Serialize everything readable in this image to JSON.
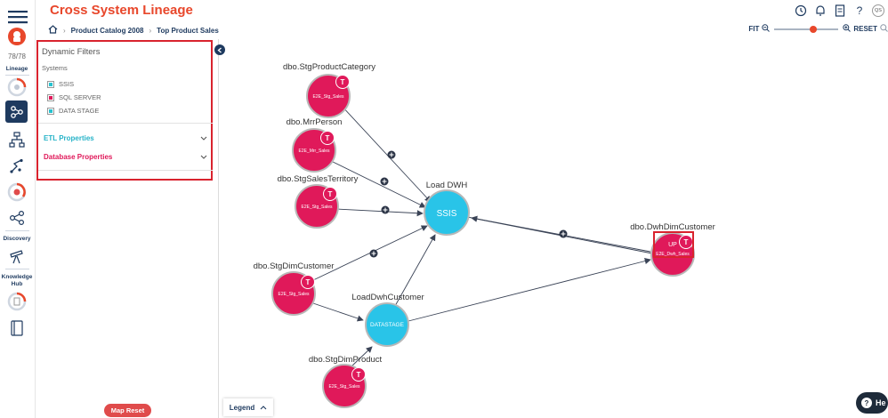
{
  "header": {
    "title": "Cross System Lineage",
    "breadcrumb": [
      "Product Catalog 2008",
      "Top Product Sales"
    ],
    "fit_label": "FIT",
    "reset_label": "RESET",
    "user_initials": "QS"
  },
  "rail": {
    "count": "78/78",
    "lineage_label": "Lineage",
    "discovery_label": "Discovery",
    "knowledge_label_1": "Knowledge",
    "knowledge_label_2": "Hub"
  },
  "filters": {
    "heading": "Dynamic Filters",
    "systems_label": "Systems",
    "systems": [
      {
        "name": "SSIS",
        "color": "#27c2cf"
      },
      {
        "name": "SQL SERVER",
        "color": "#e0195a"
      },
      {
        "name": "DATA STAGE",
        "color": "#27c2cf"
      }
    ],
    "etl_label": "ETL Properties",
    "db_label": "Database Properties",
    "map_reset": "Map Reset"
  },
  "graph": {
    "nodes": {
      "n1": {
        "label": "dbo.StgProductCategory",
        "inner": "E2E_Stg_Sales",
        "badge": "T"
      },
      "n2": {
        "label": "dbo.MrrPerson",
        "inner": "E2E_Mrr_Sales",
        "badge": "T"
      },
      "n3": {
        "label": "dbo.StgSalesTerritory",
        "inner": "E2E_Stg_Sales",
        "badge": "T"
      },
      "n4": {
        "label": "dbo.StgDimCustomer",
        "inner": "E2E_Stg_Sales",
        "badge": "T"
      },
      "n5": {
        "label": "dbo.StgDimProduct",
        "inner": "E2E_Stg_Sales",
        "badge": "T"
      },
      "ssis": {
        "label": "Load DWH",
        "inner": "SSIS"
      },
      "ds": {
        "label": "LoadDwhCustomer",
        "inner": "DATASTAGE"
      },
      "dim": {
        "label": "dbo.DwhDimCustomer",
        "inner": "E2E_Dwh_Sales",
        "tag": "UP",
        "badge": "T"
      }
    },
    "legend_label": "Legend"
  },
  "help": {
    "label": "He"
  },
  "colors": {
    "accent": "#e8472b",
    "sql_node": "#e0195a",
    "etl_node": "#27c2cf",
    "navy": "#1e3a5f"
  }
}
